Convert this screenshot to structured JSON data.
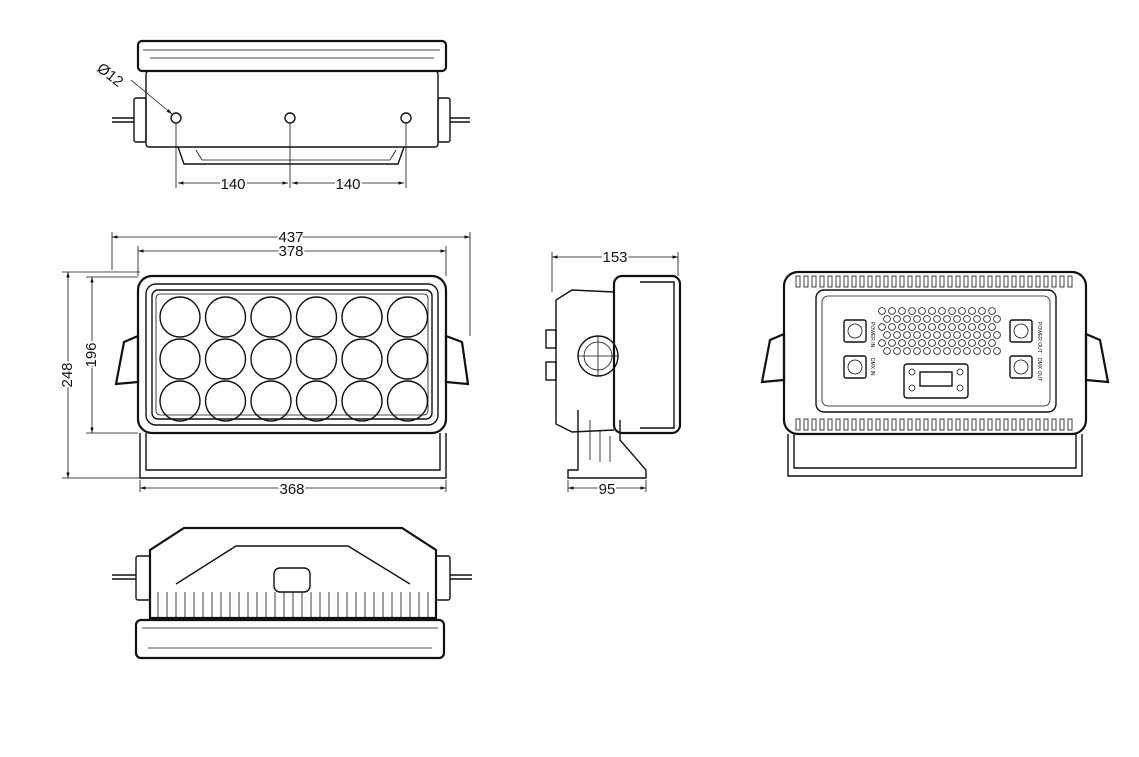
{
  "dimensions": {
    "hole_diameter": "Ø12",
    "hole_spacing_left": "140",
    "hole_spacing_right": "140",
    "overall_width": "437",
    "housing_width": "378",
    "overall_height": "248",
    "housing_height": "196",
    "base_width": "368",
    "side_depth": "153",
    "bracket_depth": "95"
  },
  "views": [
    "top-view",
    "front-view",
    "side-view",
    "rear-view",
    "bottom-view"
  ],
  "front_view": {
    "led_rows": 3,
    "led_columns": 6
  },
  "rear_view": {
    "connector_labels": [
      "POWER IN",
      "POWER OUT",
      "DMX IN",
      "DMX OUT"
    ]
  }
}
